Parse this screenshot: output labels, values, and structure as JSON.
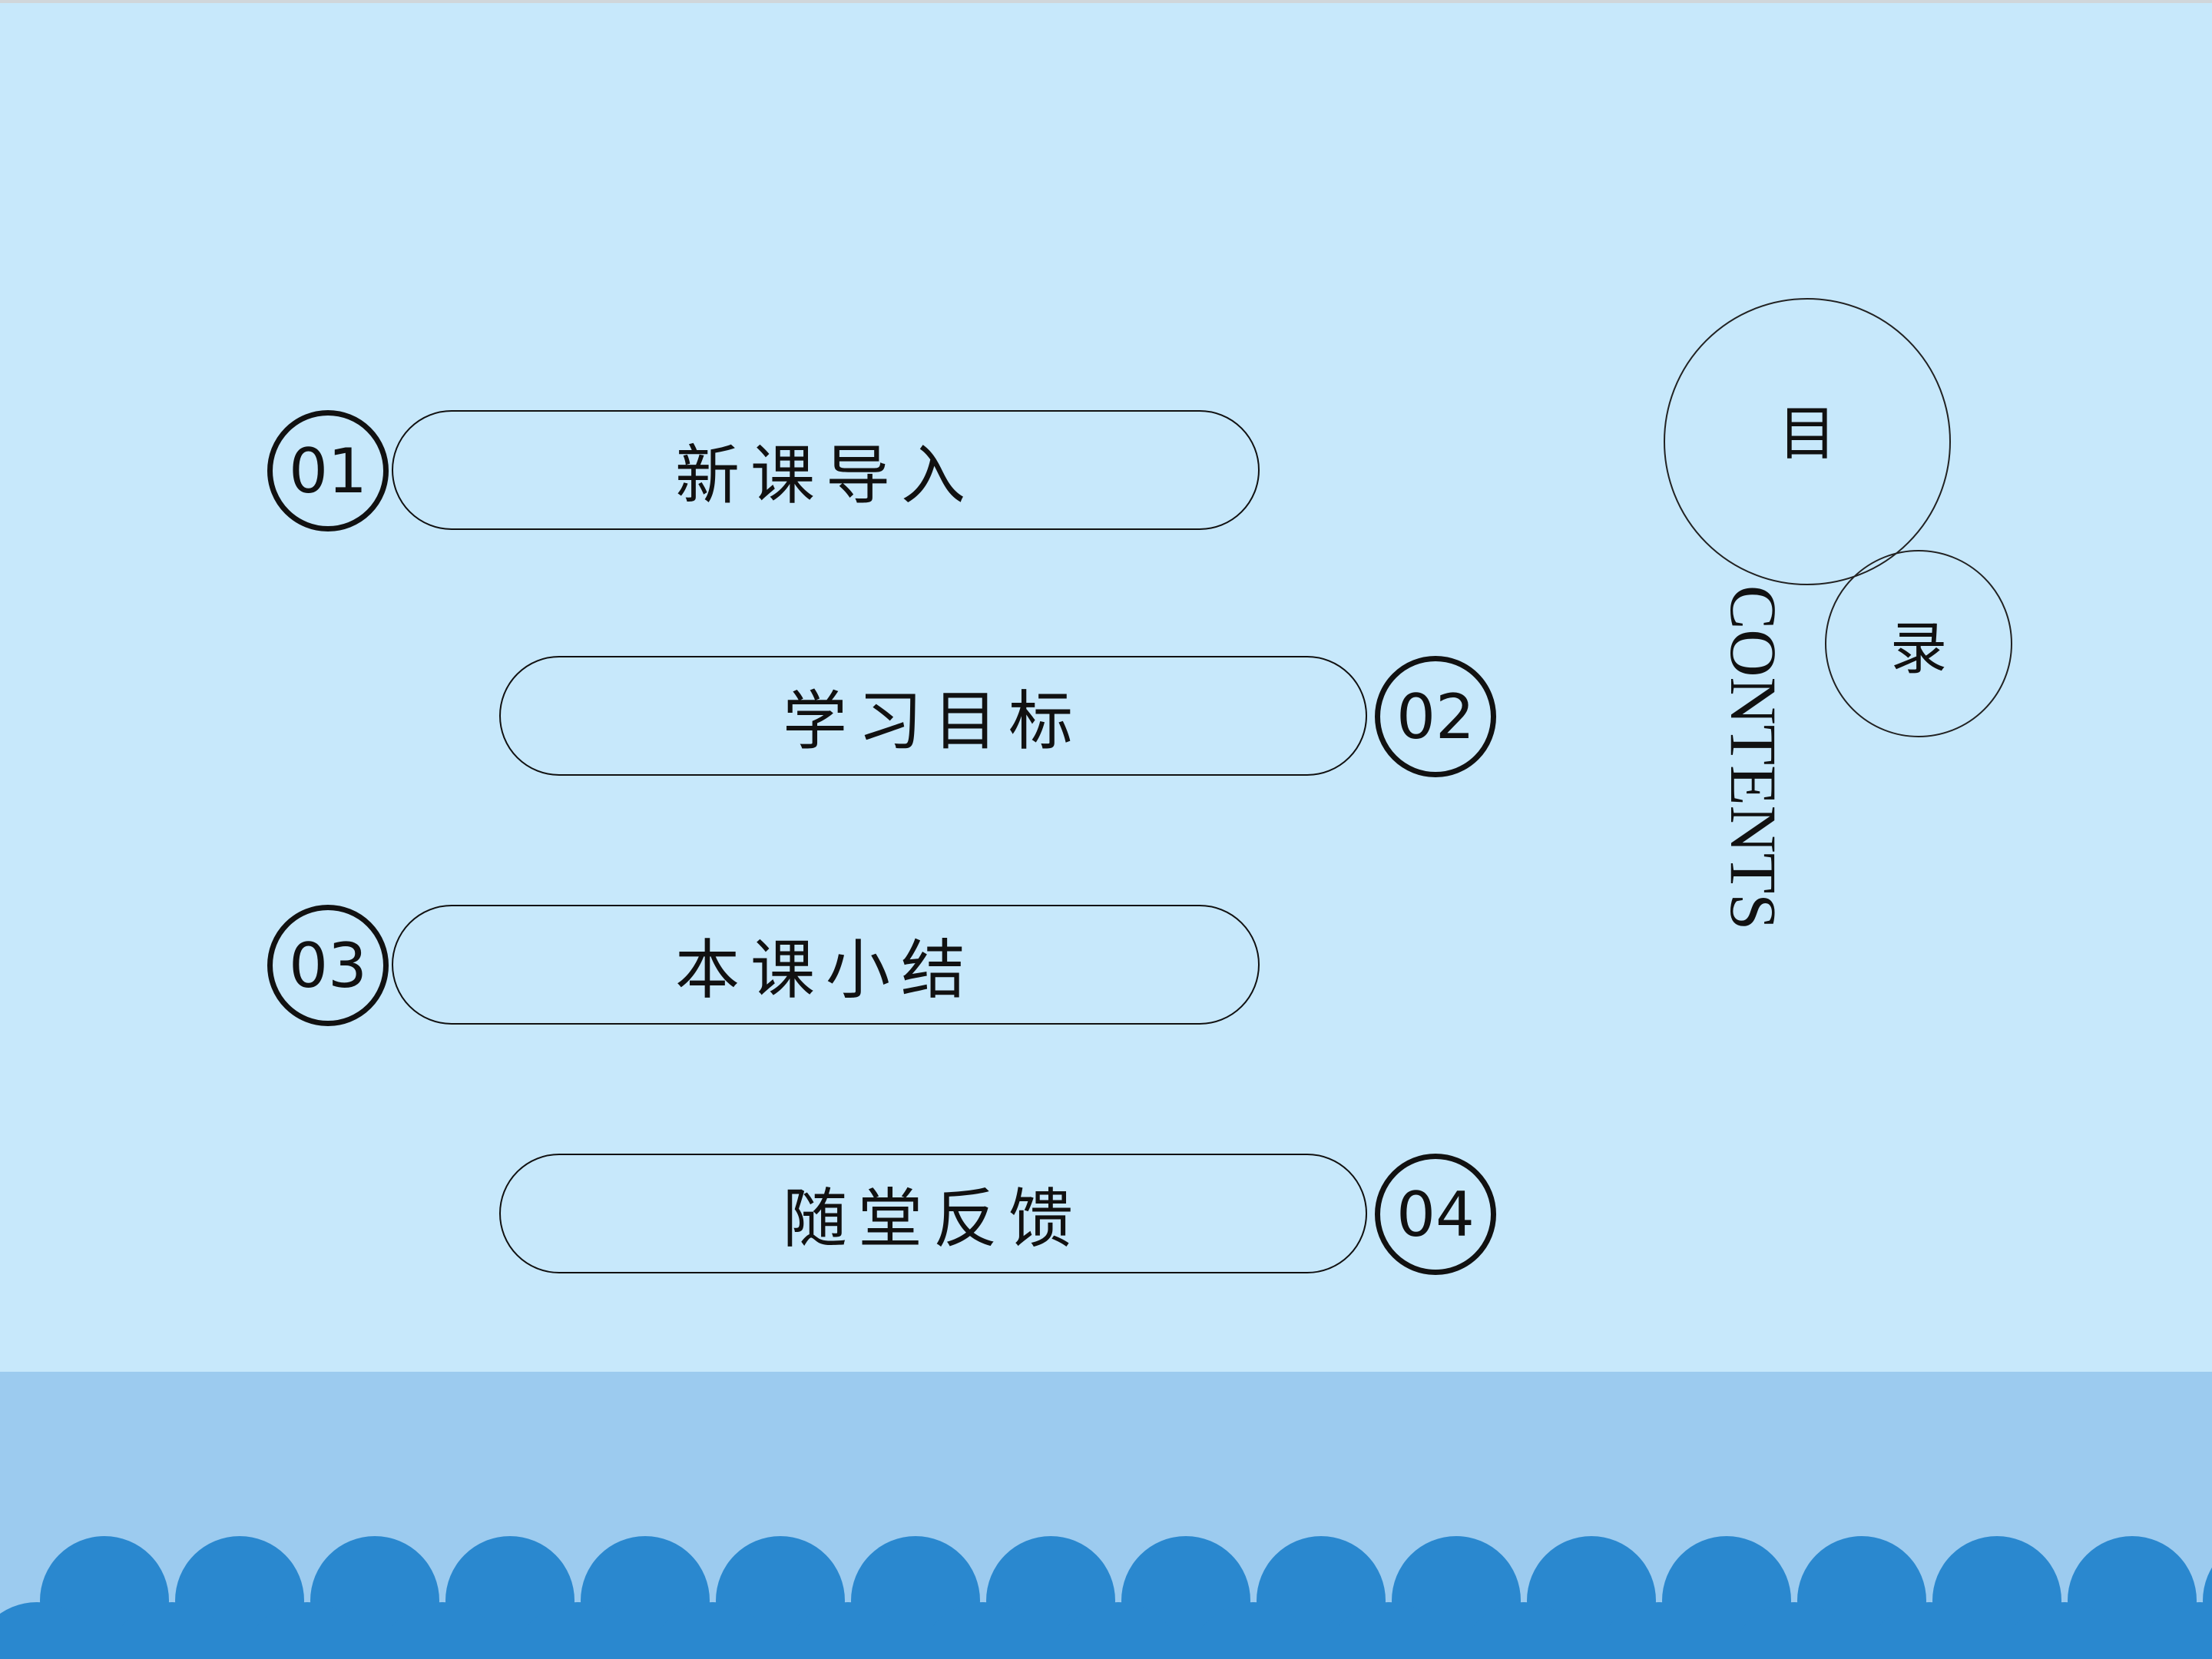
{
  "menu": {
    "items": [
      {
        "number": "01",
        "label": "新课导入"
      },
      {
        "number": "02",
        "label": "学习目标"
      },
      {
        "number": "03",
        "label": "本课小结"
      },
      {
        "number": "04",
        "label": "随堂反馈"
      }
    ]
  },
  "title": {
    "char1": "目",
    "char2": "录",
    "english": "CONTENTS"
  },
  "colors": {
    "background": "#c7e8fb",
    "band": "#9ccbef",
    "wave": "#2a88cf"
  }
}
